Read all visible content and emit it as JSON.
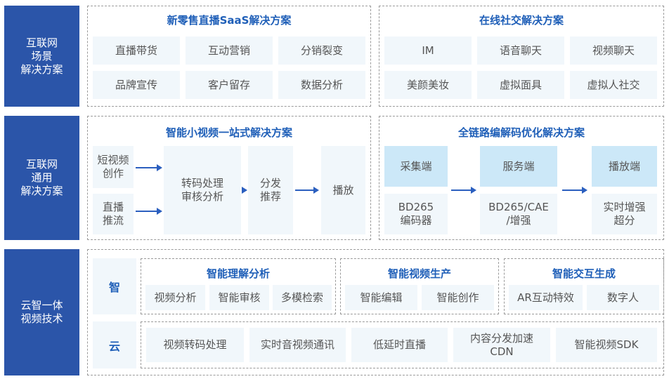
{
  "rows": [
    {
      "label": "互联网\n场景\n解决方案"
    },
    {
      "label": "互联网\n通用\n解决方案"
    },
    {
      "label": "云智一体\n视频技术"
    }
  ],
  "retail": {
    "title": "新零售直播SaaS解决方案",
    "items": [
      "直播带货",
      "互动营销",
      "分销裂变",
      "品牌宣传",
      "客户留存",
      "数据分析"
    ]
  },
  "social": {
    "title": "在线社交解决方案",
    "items": [
      "IM",
      "语音聊天",
      "视频聊天",
      "美颜美妆",
      "虚拟面具",
      "虚拟人社交"
    ]
  },
  "shortvideo": {
    "title": "智能小视频一站式解决方案",
    "inputs": [
      "短视频\n创作",
      "直播\n推流"
    ],
    "process": "转码处理\n审核分析",
    "distribute": "分发\n推荐",
    "play": "播放"
  },
  "codec": {
    "title": "全链路编解码优化解决方案",
    "stages": [
      {
        "head": "采集端",
        "body": "BD265\n编码器"
      },
      {
        "head": "服务端",
        "body": "BD265/CAE\n/增强"
      },
      {
        "head": "播放端",
        "body": "实时增强\n超分"
      }
    ]
  },
  "tech": {
    "zhi_label": "智",
    "yun_label": "云",
    "groups": [
      {
        "title": "智能理解分析",
        "items": [
          "视频分析",
          "智能审核",
          "多模检索"
        ]
      },
      {
        "title": "智能视频生产",
        "items": [
          "智能编辑",
          "智能创作"
        ]
      },
      {
        "title": "智能交互生成",
        "items": [
          "AR互动特效",
          "数字人"
        ]
      }
    ],
    "cloud": [
      "视频转码处理",
      "实时音视频通讯",
      "低延时直播",
      "内容分发加速\nCDN",
      "智能视频SDK"
    ]
  }
}
